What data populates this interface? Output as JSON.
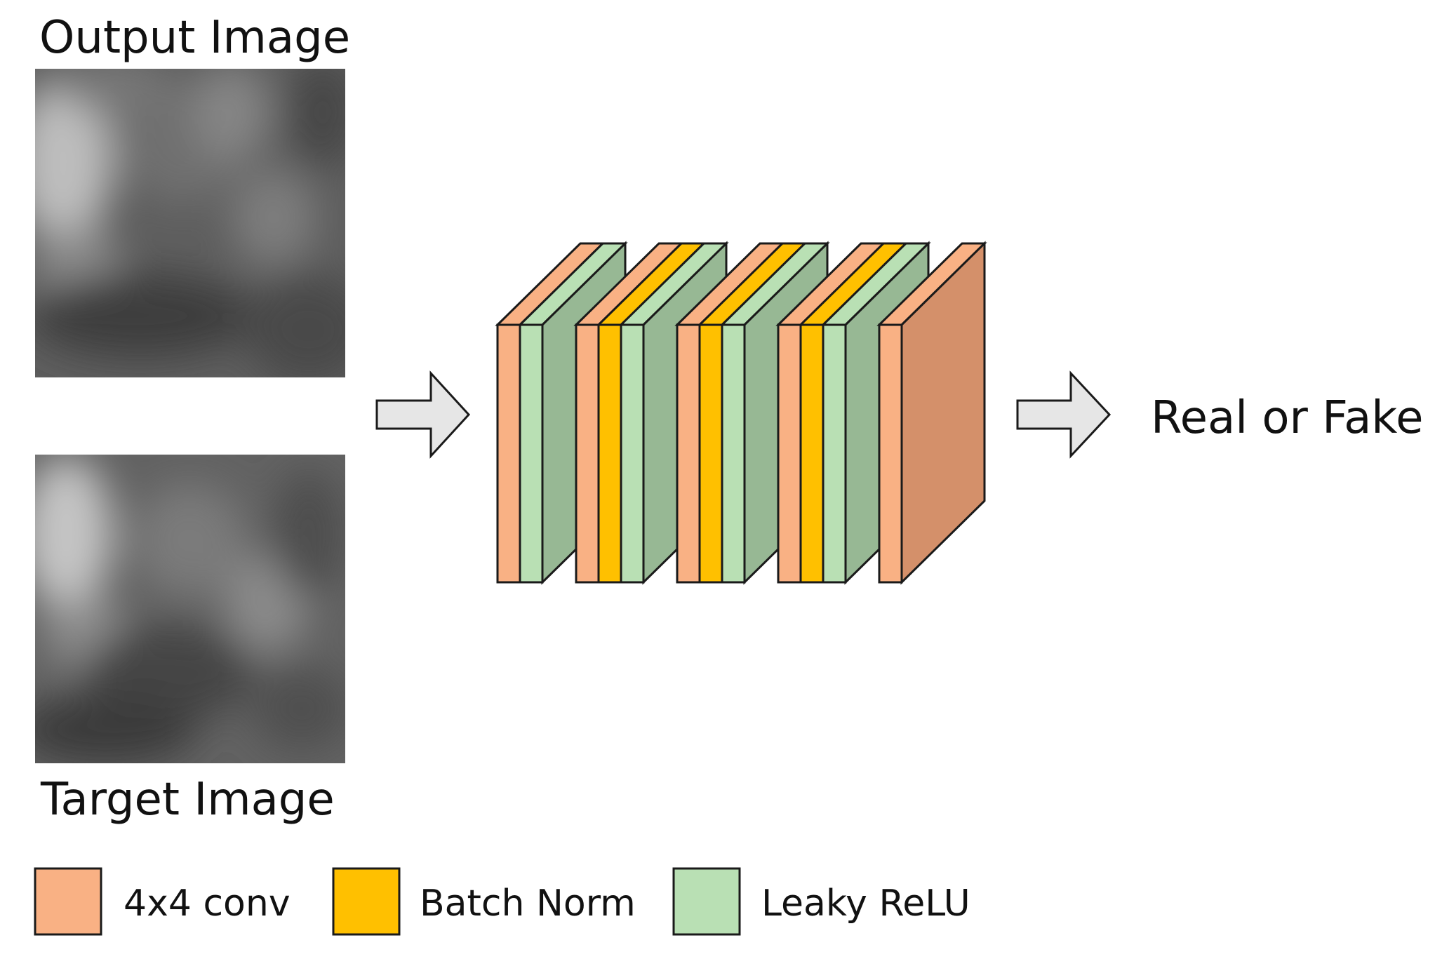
{
  "images": {
    "output_title": "Output Image",
    "target_title": "Target Image"
  },
  "result": {
    "label": "Real or Fake"
  },
  "layer_groups": [
    [
      "4x4 conv",
      "Leaky ReLU"
    ],
    [
      "4x4 conv",
      "Batch Norm",
      "Leaky ReLU"
    ],
    [
      "4x4 conv",
      "Batch Norm",
      "Leaky ReLU"
    ],
    [
      "4x4 conv",
      "Batch Norm",
      "Leaky ReLU"
    ],
    [
      "4x4 conv"
    ]
  ],
  "legend": [
    {
      "label": "4x4 conv",
      "color": "#F9B184"
    },
    {
      "label": "Batch Norm",
      "color": "#FFC000"
    },
    {
      "label": "Leaky ReLU",
      "color": "#B9E0B4"
    }
  ],
  "colors": {
    "conv": "#F9B184",
    "conv_side": "#D4906A",
    "batch_norm": "#FFC000",
    "leaky_relu": "#B9E0B4",
    "leaky_relu_side": "#97B894",
    "arrow_fill": "#E6E6E6",
    "outline": "#1a1a1a"
  }
}
